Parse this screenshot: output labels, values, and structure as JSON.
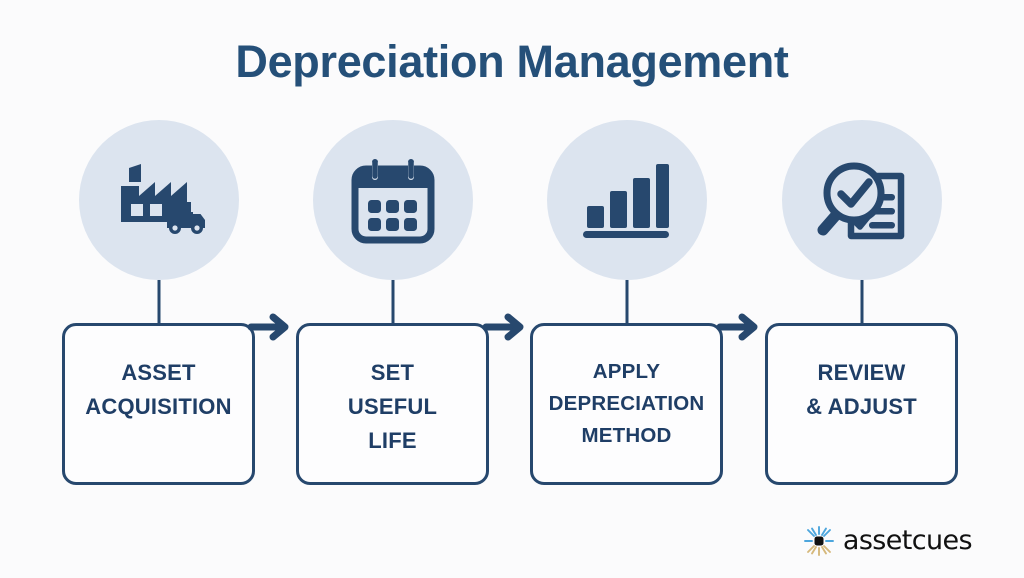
{
  "title": "Depreciation Management",
  "theme": {
    "background": "#fbfbfc",
    "title_color": "#255079",
    "circle_fill": "#dce4ef",
    "accent_navy": "#27486e",
    "label_text": "#1f3e66",
    "logo_black": "#111111",
    "logo_blue": "#4da6dd",
    "logo_tan": "#d6b97c"
  },
  "steps": [
    {
      "index": 1,
      "icon": "factory-truck-icon",
      "label_lines": [
        "ASSET",
        "ACQUISITION"
      ],
      "label_text": "ASSET ACQUISITION"
    },
    {
      "index": 2,
      "icon": "calendar-icon",
      "label_lines": [
        "SET",
        "USEFUL",
        "LIFE"
      ],
      "label_text": "SET USEFUL LIFE"
    },
    {
      "index": 3,
      "icon": "bar-chart-icon",
      "label_lines": [
        "APPLY",
        "DEPRECIATION",
        "METHOD"
      ],
      "label_text": "APPLY DEPRECIATION METHOD"
    },
    {
      "index": 4,
      "icon": "magnifier-checklist-icon",
      "label_lines": [
        "REVIEW",
        "& ADJUST"
      ],
      "label_text": "REVIEW & ADJUST"
    }
  ],
  "arrows": [
    {
      "icon": "arrow-right-icon",
      "from": 1,
      "to": 2
    },
    {
      "icon": "arrow-right-icon",
      "from": 2,
      "to": 3
    },
    {
      "icon": "arrow-right-icon",
      "from": 3,
      "to": 4
    }
  ],
  "logo": {
    "mark": "assetcues-starburst-icon",
    "text": "assetcues"
  }
}
